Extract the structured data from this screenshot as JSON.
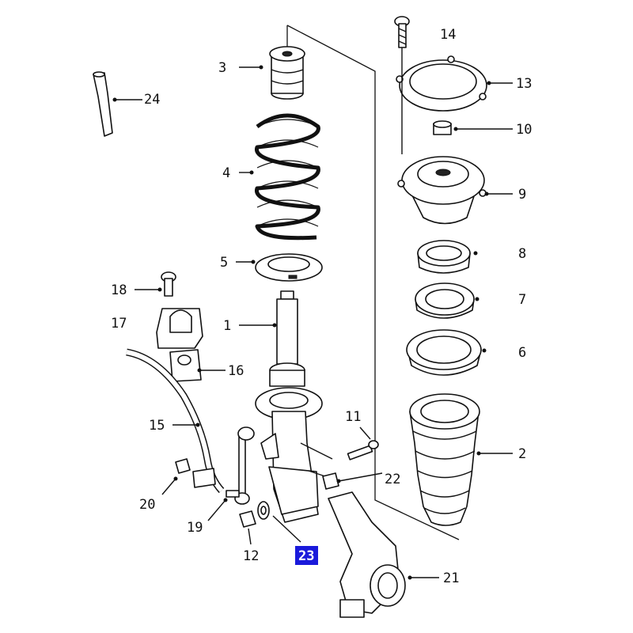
{
  "callouts": [
    {
      "id": "1",
      "label": "1"
    },
    {
      "id": "2",
      "label": "2"
    },
    {
      "id": "3",
      "label": "3"
    },
    {
      "id": "4",
      "label": "4"
    },
    {
      "id": "5",
      "label": "5"
    },
    {
      "id": "6",
      "label": "6"
    },
    {
      "id": "7",
      "label": "7"
    },
    {
      "id": "8",
      "label": "8"
    },
    {
      "id": "9",
      "label": "9"
    },
    {
      "id": "10",
      "label": "10"
    },
    {
      "id": "11",
      "label": "11"
    },
    {
      "id": "12",
      "label": "12"
    },
    {
      "id": "13",
      "label": "13"
    },
    {
      "id": "14",
      "label": "14"
    },
    {
      "id": "15",
      "label": "15"
    },
    {
      "id": "16",
      "label": "16"
    },
    {
      "id": "17",
      "label": "17"
    },
    {
      "id": "18",
      "label": "18"
    },
    {
      "id": "19",
      "label": "19"
    },
    {
      "id": "20",
      "label": "20"
    },
    {
      "id": "21",
      "label": "21"
    },
    {
      "id": "22",
      "label": "22"
    },
    {
      "id": "24",
      "label": "24"
    }
  ],
  "highlighted_callout": {
    "id": "23",
    "label": "23",
    "color": "#1a1adb"
  }
}
